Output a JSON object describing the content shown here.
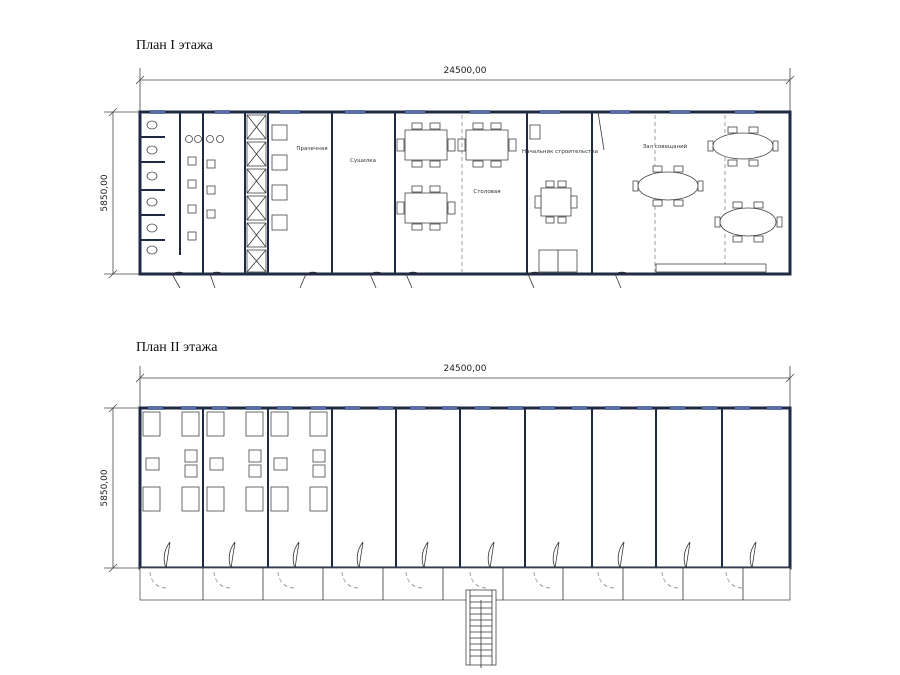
{
  "floor1": {
    "title": "План I этажа",
    "width_dim": "24500,00",
    "depth_dim": "5850,00",
    "rooms": {
      "laundry": "Прачечная",
      "dryer": "Сушилка",
      "dining": "Столовая",
      "chief": "Начальник строительства",
      "meeting": "Зал совещаний"
    }
  },
  "floor2": {
    "title": "План II этажа",
    "width_dim": "24500,00",
    "depth_dim": "5850,00"
  },
  "colors": {
    "fill": "#fdf6d8",
    "wall": "#1f2a44"
  }
}
